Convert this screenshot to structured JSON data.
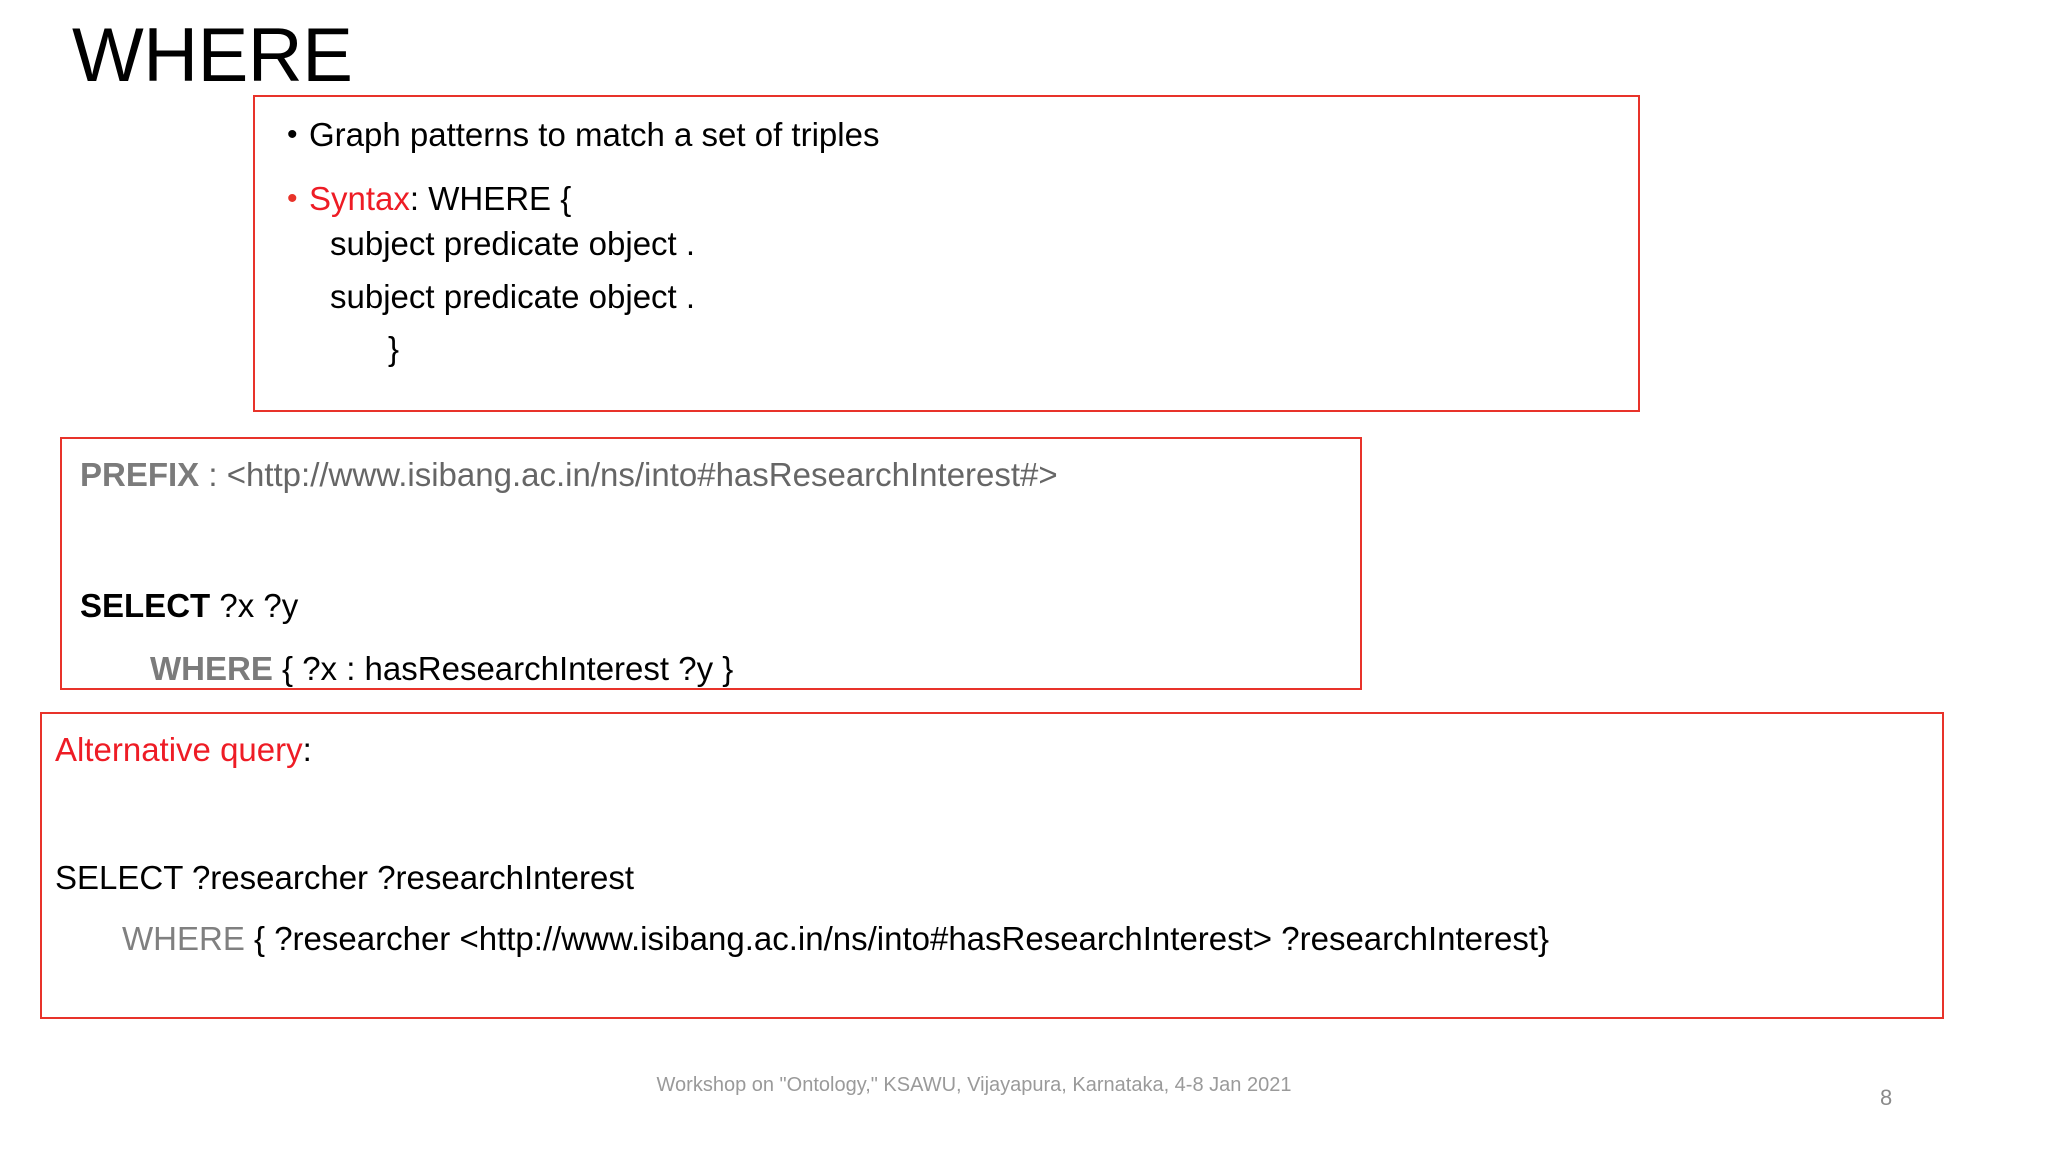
{
  "slide": {
    "title": "WHERE",
    "page_number": "8",
    "footer": "Workshop on \"Ontology,\" KSAWU, Vijayapura, Karnataka, 4-8 Jan 2021",
    "accent_color": "#e8332a",
    "keyword_red": "#ee1c25",
    "keyword_gray": "#7b7b7b",
    "uri_gray": "#666666",
    "footer_gray": "#9a9a9a"
  },
  "syntax_box": {
    "bullets": [
      {
        "marker": "•",
        "marker_color": "black",
        "text": "Graph patterns to match a set of triples"
      },
      {
        "marker": "•",
        "marker_color": "red",
        "keyword": "Syntax",
        "rest": ": WHERE {"
      }
    ],
    "triple_line_1": "subject predicate object .",
    "triple_line_2": "subject predicate object .",
    "closing_brace": "}"
  },
  "prefix_box": {
    "prefix_keyword": "PREFIX",
    "prefix_uri": " : <http://www.isibang.ac.in/ns/into#hasResearchInterest#>",
    "select_keyword": "SELECT",
    "select_vars": " ?x ?y",
    "where_keyword": "WHERE",
    "where_pattern": " { ?x : hasResearchInterest ?y }"
  },
  "alternative_box": {
    "heading": "Alternative query",
    "heading_colon": ":",
    "select_line": "SELECT ?researcher ?researchInterest",
    "where_keyword": "WHERE",
    "where_pattern": " { ?researcher <http://www.isibang.ac.in/ns/into#hasResearchInterest> ?researchInterest}"
  }
}
